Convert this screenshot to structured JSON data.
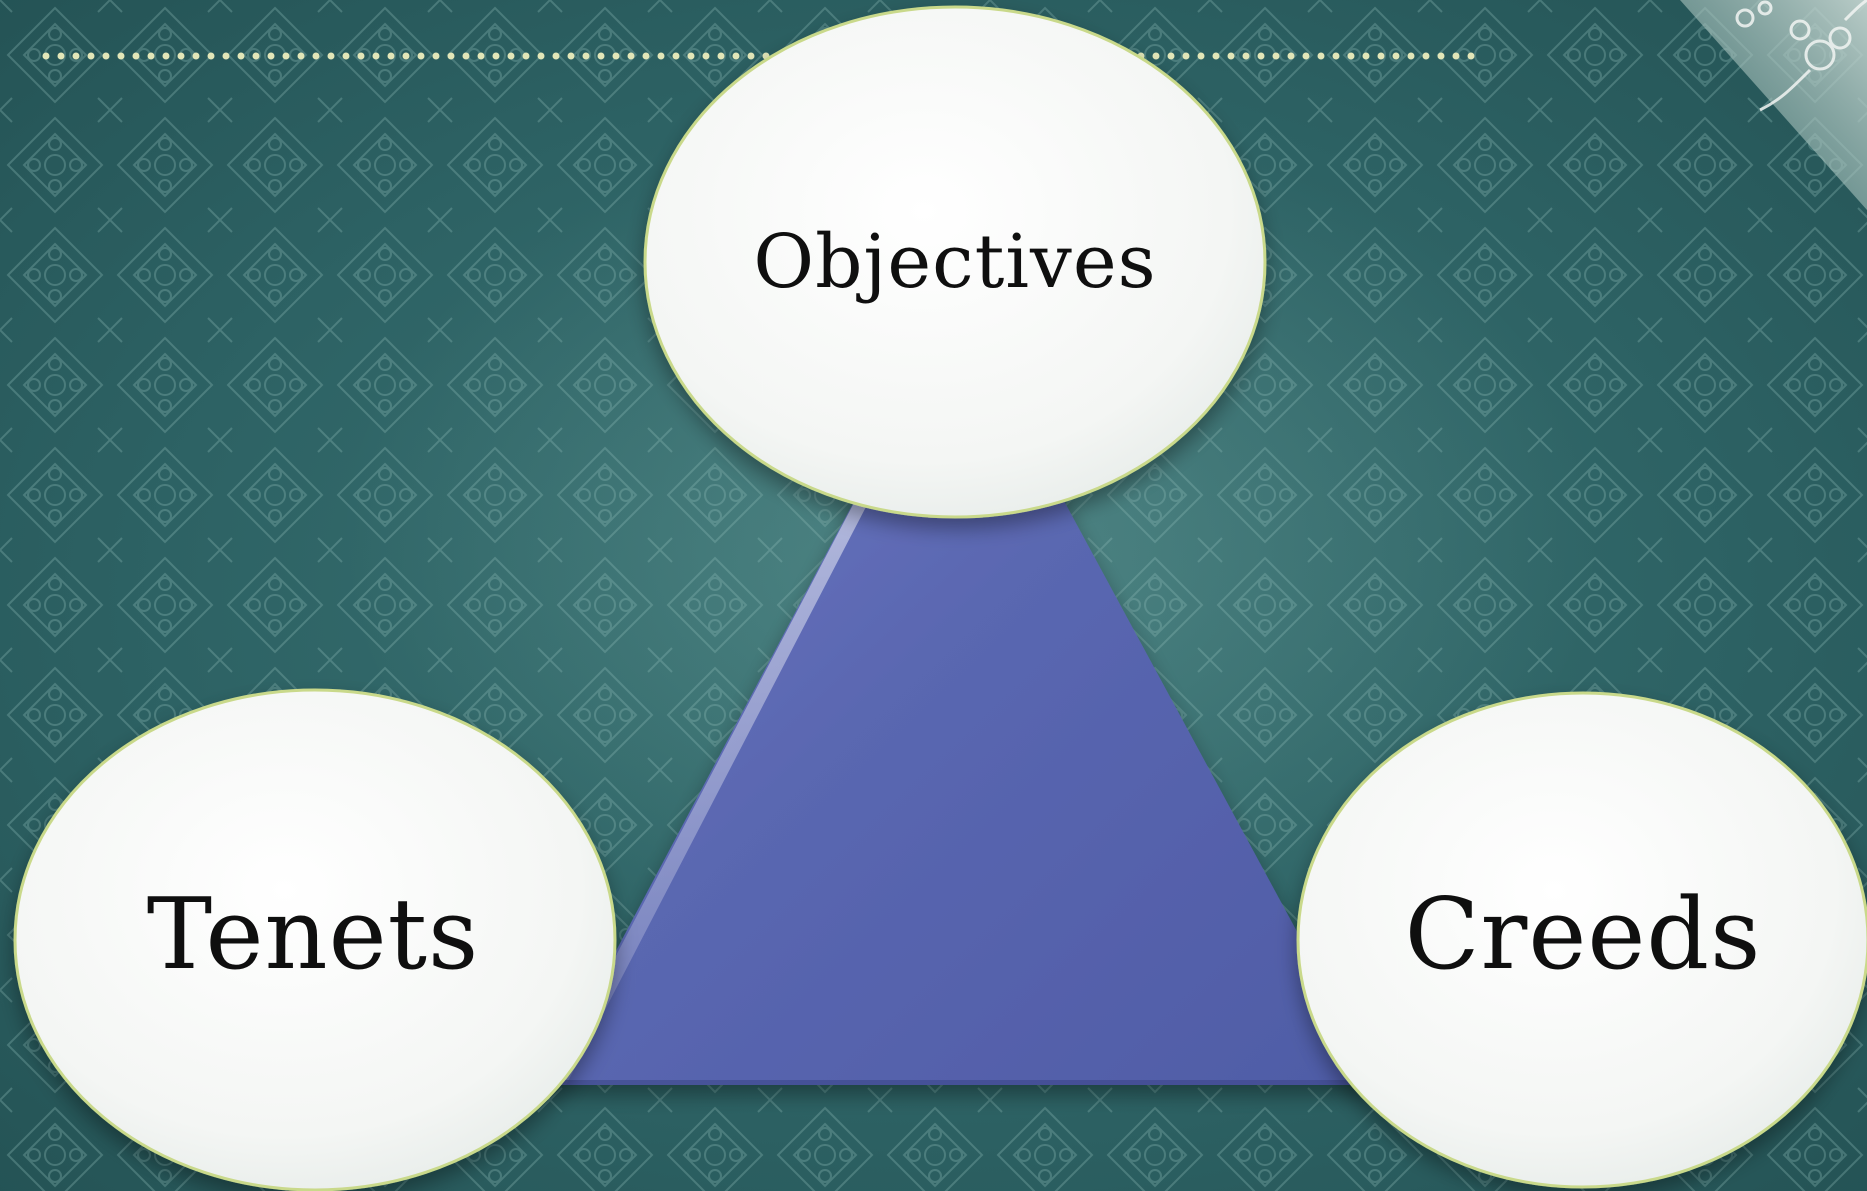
{
  "diagram": {
    "nodes": {
      "top": {
        "label": "Objectives"
      },
      "left": {
        "label": "Tenets"
      },
      "right": {
        "label": "Creeds"
      }
    },
    "colors": {
      "background": "#2f6466",
      "triangle": "#5a66b0",
      "bubble": "#f5f7f5",
      "bubble_edge": "#c9d98a",
      "dotted_line": "#e2e6b8",
      "text": "#0f0f0f"
    }
  }
}
